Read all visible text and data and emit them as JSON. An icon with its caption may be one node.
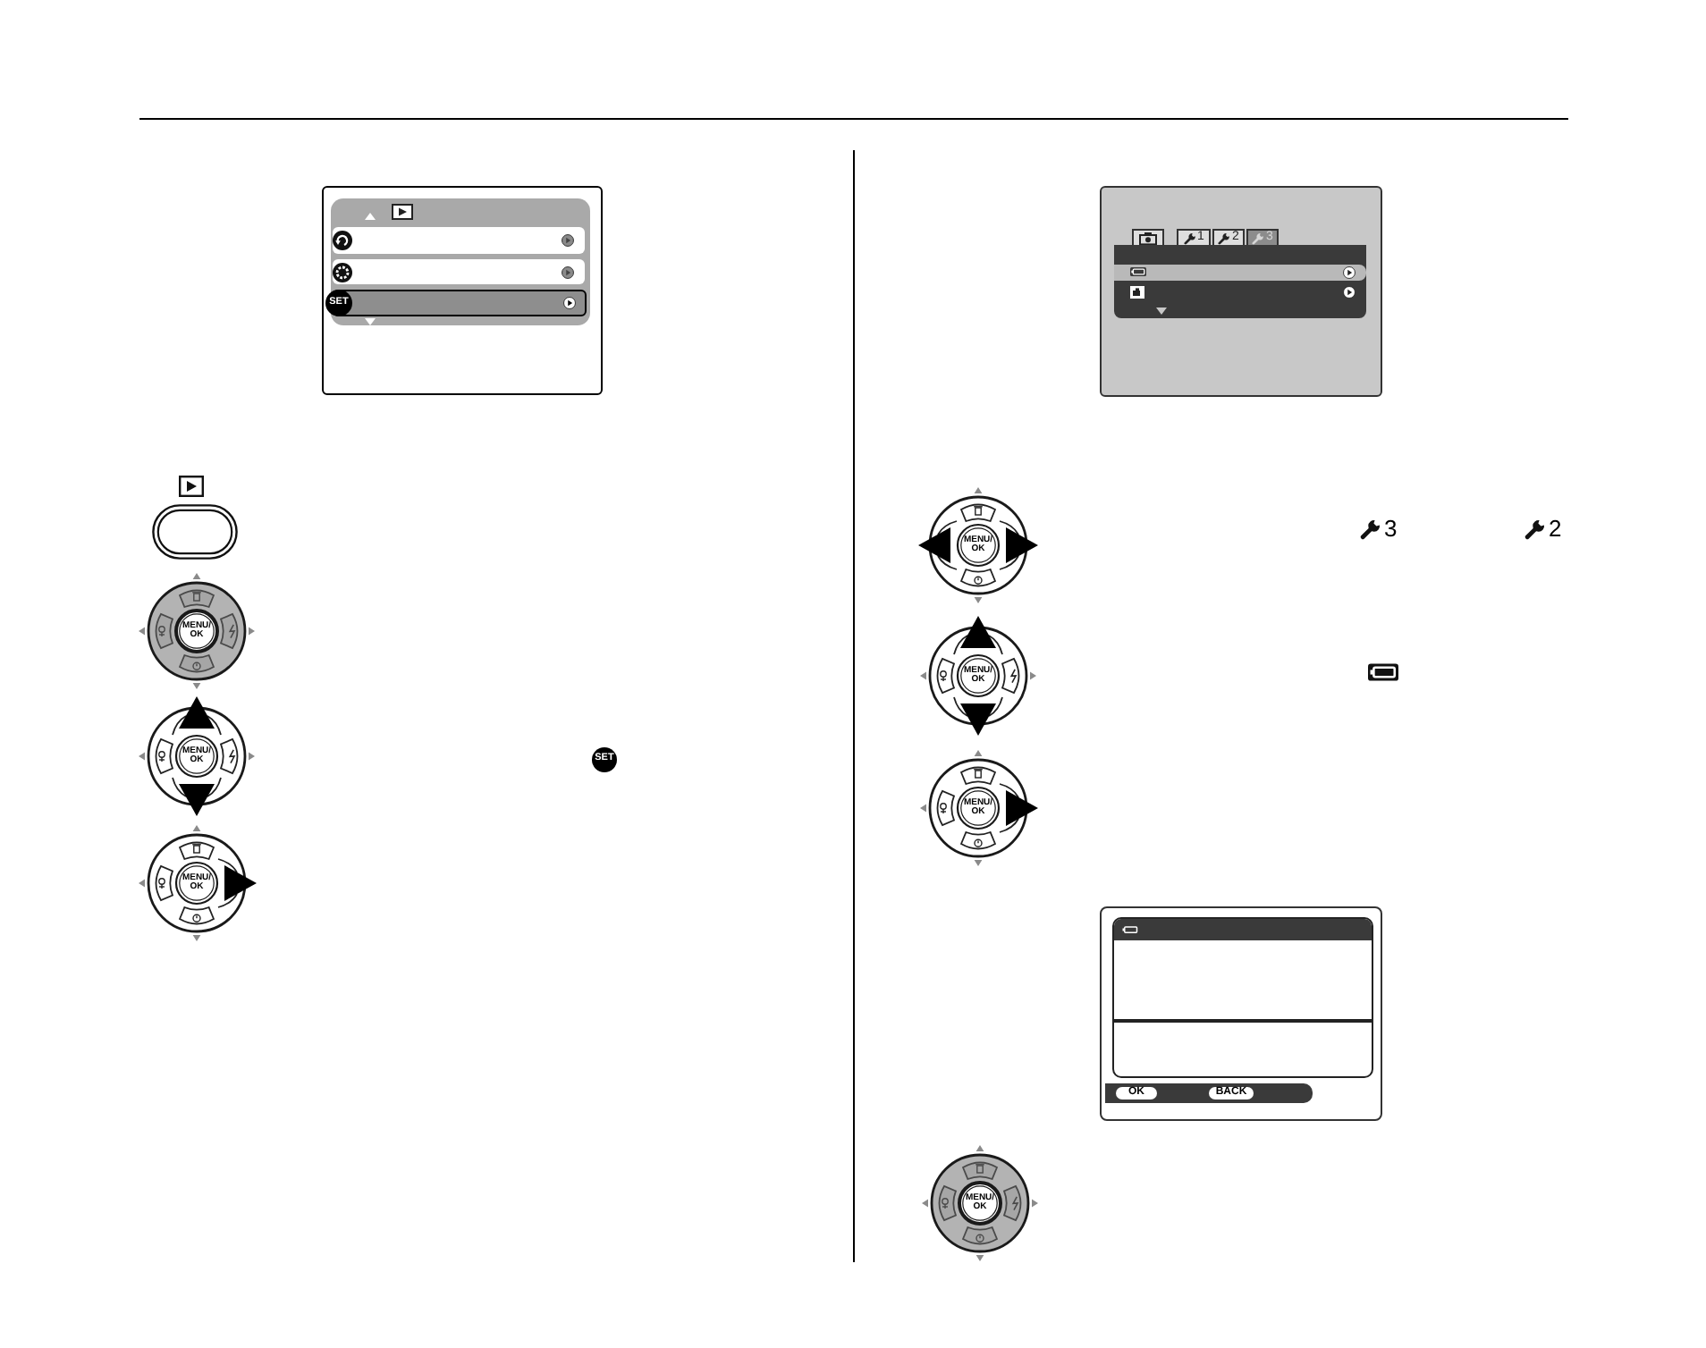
{
  "diagram": {
    "nodes": [
      {
        "text": [
          "SET"
        ]
      },
      {
        "text": [
          "1",
          "2",
          "3"
        ]
      },
      {
        "text": [
          "OK",
          "BACK"
        ]
      },
      {
        "text": [
          "MENU/ OK"
        ]
      },
      {
        "text": [
          "MENU/ OK"
        ]
      },
      {
        "text": [
          "MENU/ OK"
        ]
      },
      {
        "text": [
          "MENU/ OK"
        ]
      },
      {
        "text": [
          "MENU/ OK"
        ]
      },
      {
        "text": [
          "MENU/ OK"
        ]
      },
      {
        "text": [
          "MENU/ OK"
        ]
      }
    ],
    "labels": [
      "SET",
      "3",
      "2"
    ]
  }
}
